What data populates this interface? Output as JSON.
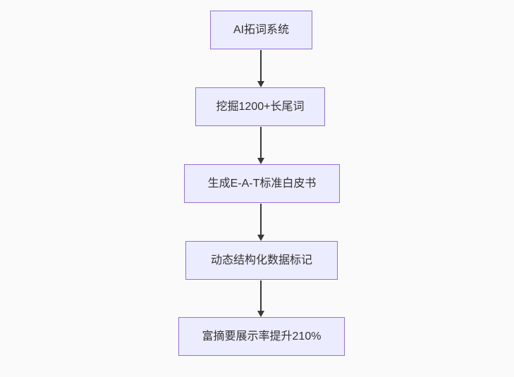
{
  "flowchart": {
    "type": "flowchart-top-down",
    "colors": {
      "bg": "#fafafa",
      "node-fill": "#ececff",
      "node-border": "#9370db",
      "text": "#333333",
      "edge": "#383838"
    },
    "nodes": [
      {
        "id": "n1",
        "label": "AI拓词系统"
      },
      {
        "id": "n2",
        "label": "挖掘1200+长尾词"
      },
      {
        "id": "n3",
        "label": "生成E-A-T标准白皮书"
      },
      {
        "id": "n4",
        "label": "动态结构化数据标记"
      },
      {
        "id": "n5",
        "label": "富摘要展示率提升210%"
      }
    ],
    "edges": [
      {
        "from": "n1",
        "to": "n2",
        "style": "arrow-down"
      },
      {
        "from": "n2",
        "to": "n3",
        "style": "arrow-down"
      },
      {
        "from": "n3",
        "to": "n4",
        "style": "arrow-down"
      },
      {
        "from": "n4",
        "to": "n5",
        "style": "arrow-down"
      }
    ]
  }
}
